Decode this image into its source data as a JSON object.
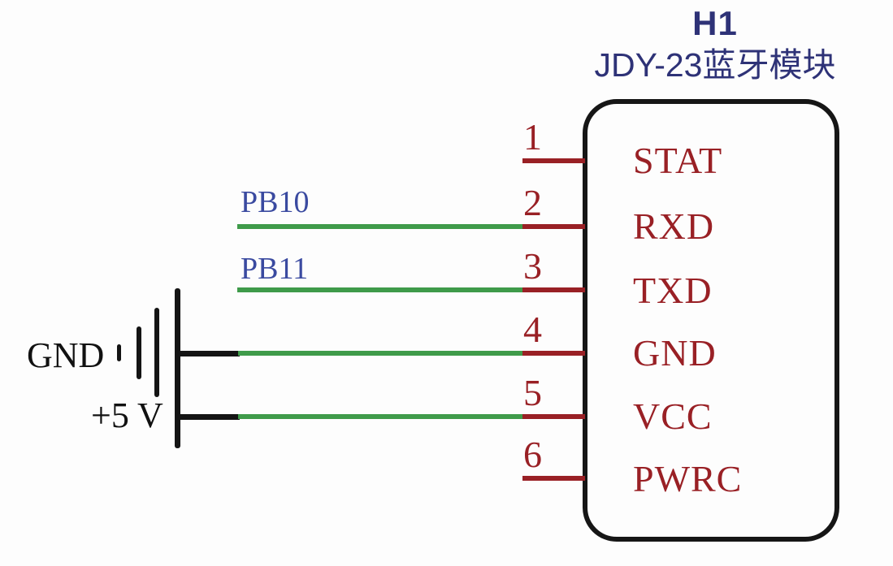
{
  "schematic": {
    "component": {
      "designator": "H1",
      "label": "JDY-23蓝牙模块",
      "pins": [
        {
          "number": "1",
          "name": "STAT"
        },
        {
          "number": "2",
          "name": "RXD"
        },
        {
          "number": "3",
          "name": "TXD"
        },
        {
          "number": "4",
          "name": "GND"
        },
        {
          "number": "5",
          "name": "VCC"
        },
        {
          "number": "6",
          "name": "PWRC"
        }
      ]
    },
    "nets": {
      "pb10": "PB10",
      "pb11": "PB11"
    },
    "power": {
      "gnd": "GND",
      "vcc": "+5 V"
    },
    "colors": {
      "title_blue": "#2e3277",
      "net_label_blue": "#3a4aa0",
      "pin_red": "#992025",
      "wire_green": "#3f9b4a",
      "wire_black": "#141414",
      "background": "#fdfdfd"
    }
  }
}
